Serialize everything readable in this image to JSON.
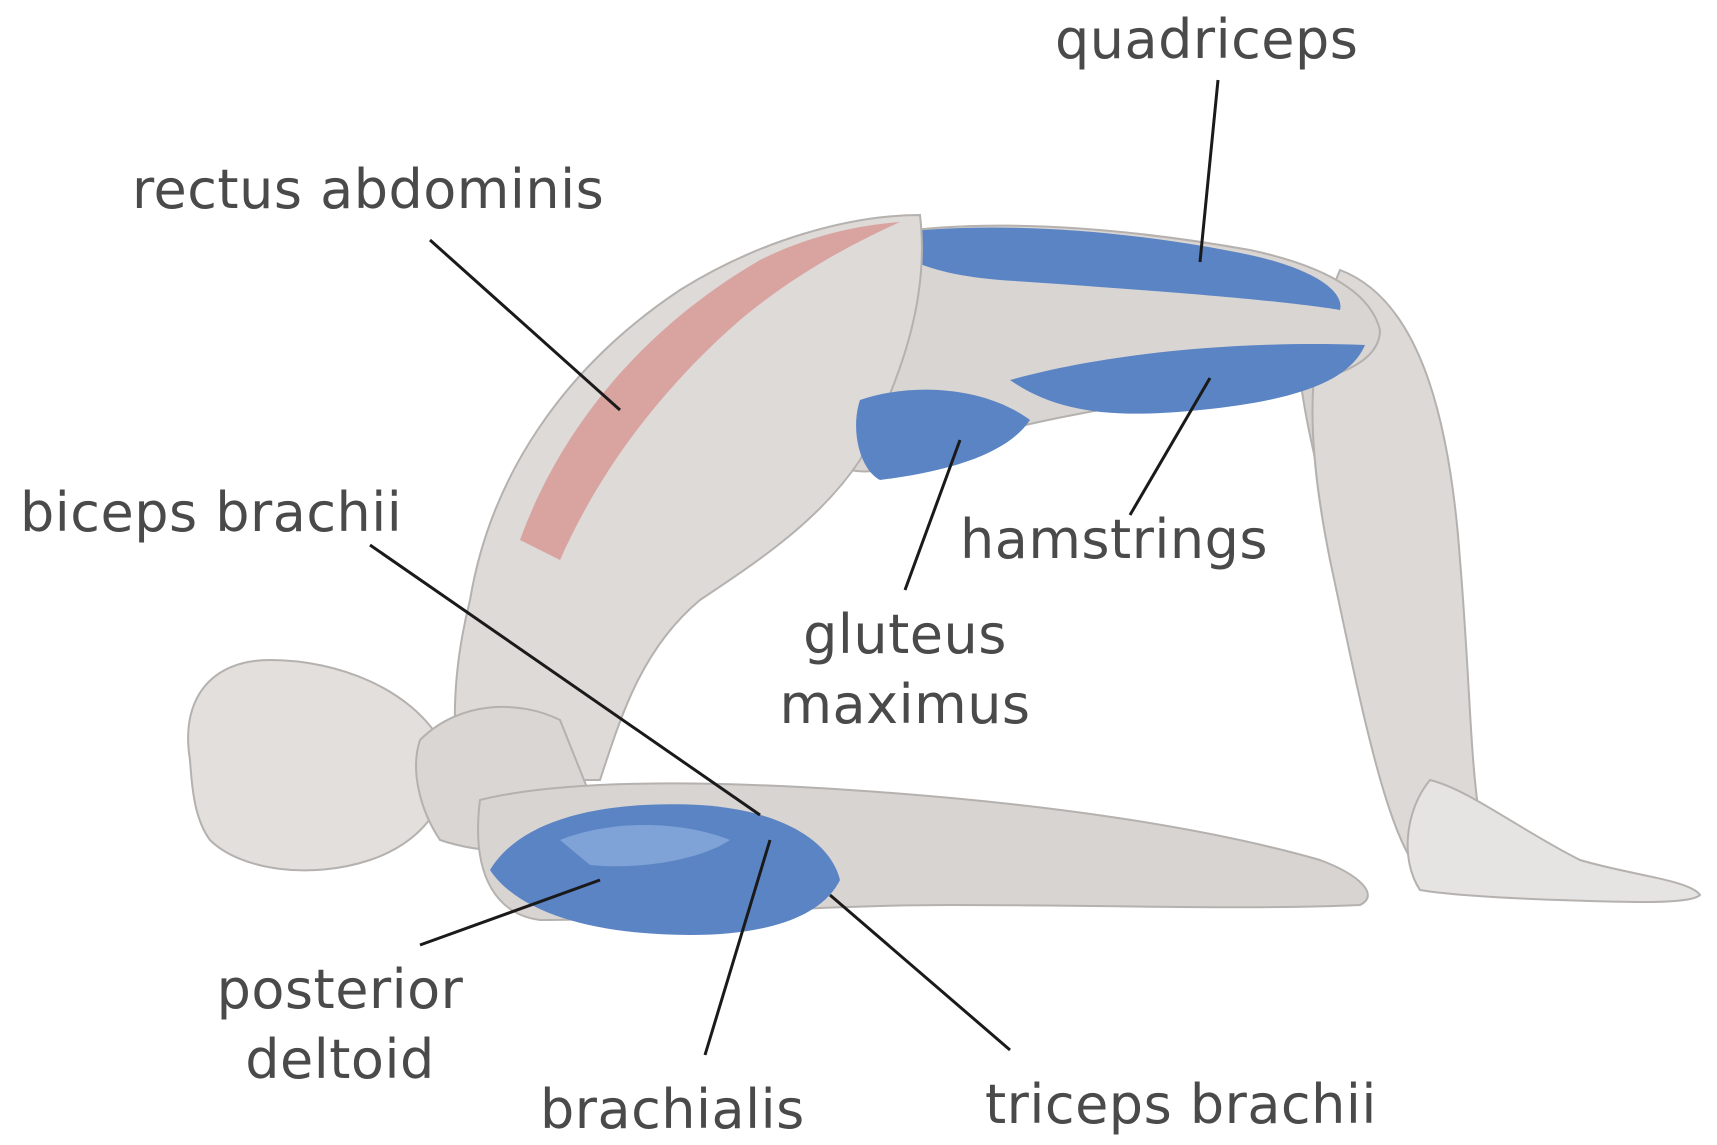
{
  "palette": {
    "background": "#ffffff",
    "skin": "#d6d3d1",
    "skin_shade": "#b9b5b2",
    "skin_light": "#ecebea",
    "target_muscle": "#5b84c4",
    "target_muscle_light": "#8fb0df",
    "secondary_muscle": "#d7a09c",
    "label_text": "#4a4a4a",
    "leader_line": "#1a1a1a"
  },
  "labels": {
    "quadriceps": "quadriceps",
    "rectus_abdominis": "rectus abdominis",
    "biceps_brachii": "biceps brachii",
    "hamstrings": "hamstrings",
    "gluteus_line1": "gluteus",
    "gluteus_line2": "maximus",
    "posterior_line1": "posterior",
    "posterior_line2": "deltoid",
    "brachialis": "brachialis",
    "triceps_brachii": "triceps brachii"
  }
}
